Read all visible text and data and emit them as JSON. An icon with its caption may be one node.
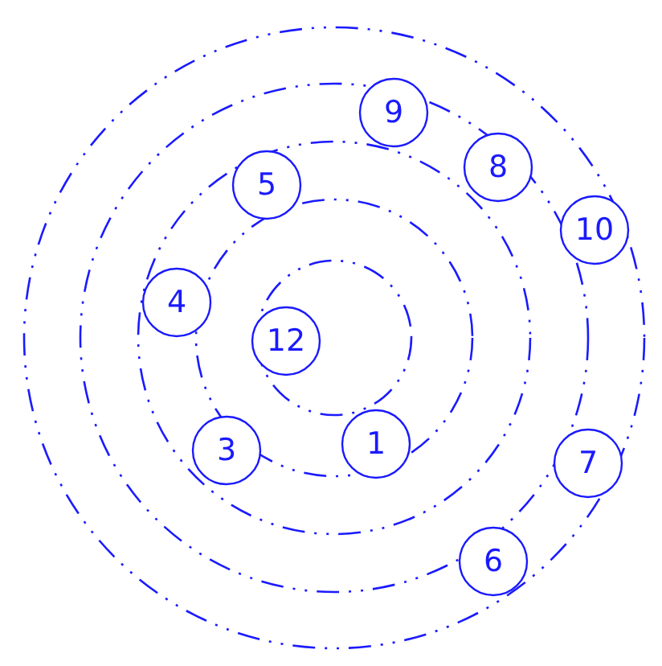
{
  "diagram": {
    "nodes": [
      {
        "text": [
          "9"
        ]
      },
      {
        "text": [
          "8"
        ]
      },
      {
        "text": [
          "5"
        ]
      },
      {
        "text": [
          "10"
        ]
      },
      {
        "text": [
          "4"
        ]
      },
      {
        "text": [
          "12"
        ]
      },
      {
        "text": [
          "1"
        ]
      },
      {
        "text": [
          "3"
        ]
      },
      {
        "text": [
          "7"
        ]
      },
      {
        "text": [
          "6"
        ]
      }
    ]
  }
}
